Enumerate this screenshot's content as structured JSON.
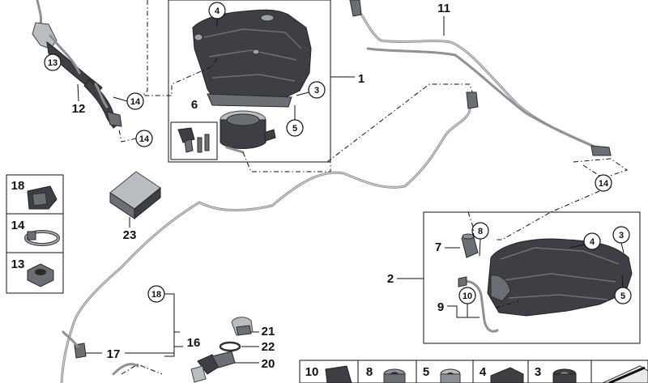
{
  "diagram": {
    "labels": {
      "l1": "1",
      "l2": "2",
      "l3a": "3",
      "l3b": "3",
      "l3c": "3",
      "l4a": "4",
      "l4b": "4",
      "l4c": "4",
      "l5a": "5",
      "l5b": "5",
      "l5c": "5",
      "l6": "6",
      "l7": "7",
      "l8a": "8",
      "l8b": "8",
      "l9": "9",
      "l10a": "10",
      "l10b": "10",
      "l11": "11",
      "l12": "12",
      "l13a": "13",
      "l13b": "13",
      "l14a": "14",
      "l14b": "14",
      "l14c": "14",
      "l14d": "14",
      "l16": "16",
      "l17": "17",
      "l18a": "18",
      "l18b": "18",
      "l20": "20",
      "l21": "21",
      "l22": "22",
      "l23": "23"
    }
  },
  "colors": {
    "part_dark": "#3d3f44",
    "pipe": "#8d9096",
    "line": "#111111"
  }
}
